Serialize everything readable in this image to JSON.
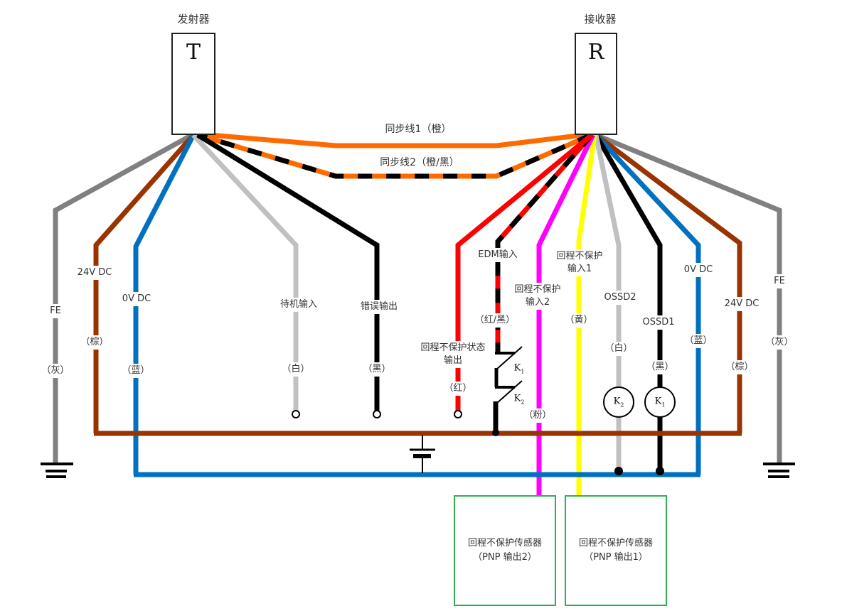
{
  "emitter": {
    "title": "发射器",
    "letter": "T"
  },
  "receiver": {
    "title": "接收器",
    "letter": "R"
  },
  "sync_lines": [
    {
      "label": "同步线1（橙）",
      "colors": [
        "#ff6a00"
      ]
    },
    {
      "label": "同步线2（橙/黑）",
      "colors": [
        "#ff6a00",
        "#000000"
      ]
    }
  ],
  "emitter_wires": [
    {
      "id": "fe",
      "name": "FE",
      "color_name": "（灰）",
      "color": "#808080"
    },
    {
      "id": "24v",
      "name": "24V DC",
      "color_name": "（棕）",
      "color": "#993300"
    },
    {
      "id": "0v",
      "name": "0V DC",
      "color_name": "（蓝）",
      "color": "#0070c0"
    },
    {
      "id": "standby",
      "name": "待机输入",
      "color_name": "（白）",
      "color": "#c0c0c0"
    },
    {
      "id": "error",
      "name": "错误输出",
      "color_name": "（黑）",
      "color": "#000000"
    }
  ],
  "receiver_wires": [
    {
      "id": "muting-status",
      "name": "回程不保护状态输出",
      "color_name": "（红）",
      "color": "#ff0000"
    },
    {
      "id": "edm",
      "name": "EDM输入",
      "color_name": "（红/黑）",
      "color": "#ff0000",
      "stripe": "#000000"
    },
    {
      "id": "muting-in2",
      "name": "回程不保护输入2",
      "color_name": "（粉）",
      "color": "#ff00ff"
    },
    {
      "id": "muting-in1",
      "name": "回程不保护输入1",
      "color_name": "（黄）",
      "color": "#ffff00"
    },
    {
      "id": "ossd2",
      "name": "OSSD2",
      "color_name": "（白）",
      "color": "#c0c0c0"
    },
    {
      "id": "ossd1",
      "name": "OSSD1",
      "color_name": "（黑）",
      "color": "#000000"
    },
    {
      "id": "0v",
      "name": "0V DC",
      "color_name": "（蓝）",
      "color": "#0070c0"
    },
    {
      "id": "24v",
      "name": "24V DC",
      "color_name": "（棕）",
      "color": "#993300"
    },
    {
      "id": "fe",
      "name": "FE",
      "color_name": "（灰）",
      "color": "#808080"
    }
  ],
  "relays": {
    "contact_k1": "K",
    "contact_k1_sub": "1",
    "contact_k2": "K",
    "contact_k2_sub": "2",
    "coil_k1": "K",
    "coil_k1_sub": "1",
    "coil_k2": "K",
    "coil_k2_sub": "2"
  },
  "sensors": [
    {
      "line1": "回程不保护传感器",
      "line2": "（PNP 输出2）"
    },
    {
      "line1": "回程不保护传感器",
      "line2": "（PNP 输出1）"
    }
  ],
  "labels": {
    "edm_input": "EDM输入",
    "edm_color": "（红/黑）",
    "muting_status_1": "回程不保护状态",
    "muting_status_2": "输出",
    "muting_status_color": "（红）",
    "muting_in2_1": "回程不保护",
    "muting_in2_2": "输入2",
    "muting_in2_color": "（粉）",
    "muting_in1_1": "回程不保护",
    "muting_in1_2": "输入1",
    "muting_in1_color": "（黄）"
  }
}
